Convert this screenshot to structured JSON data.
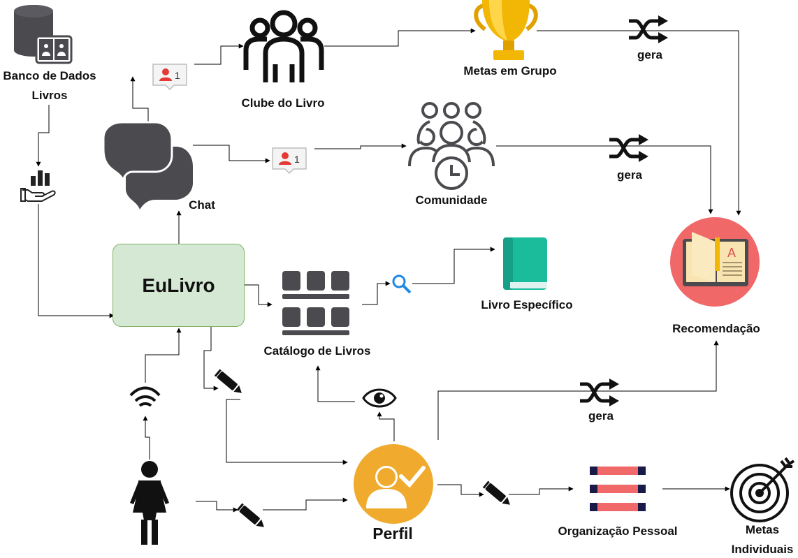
{
  "nodes": {
    "database_line1": "Banco de Dados",
    "database_line2": "Livros",
    "chat": "Chat",
    "book_club": "Clube do Livro",
    "group_goals": "Metas em Grupo",
    "community": "Comunidade",
    "app": "EuLivro",
    "catalog": "Catálogo de Livros",
    "specific_book": "Livro Específico",
    "recommendation": "Recomendação",
    "profile": "Perfil",
    "personal_org": "Organização Pessoal",
    "individual_goals_line1": "Metas",
    "individual_goals_line2": "Individuais"
  },
  "edge_labels": {
    "gera_group_goals": "gera",
    "gera_community": "gera",
    "gera_profile": "gera"
  },
  "badges": {
    "book_club_count": "1",
    "community_count": "1"
  },
  "colors": {
    "app_fill": "#d5e8d4",
    "app_border": "#82b366",
    "profile": "#f0ab2e",
    "recommendation": "#f06868",
    "book": "#1abc9c",
    "trophy": "#f2b705",
    "icons_dark": "#4a4a4f"
  },
  "icons": [
    "database-book-icon",
    "chat-icon",
    "notification-badge-icon",
    "book-club-group-icon",
    "trophy-icon",
    "shuffle-icon",
    "community-time-icon",
    "analytics-hand-icon",
    "catalog-grid-icon",
    "search-icon",
    "green-book-icon",
    "recommendation-book-icon",
    "wifi-icon",
    "pencil-icon",
    "eye-icon",
    "woman-user-icon",
    "profile-check-icon",
    "organization-bars-icon",
    "target-icon"
  ]
}
